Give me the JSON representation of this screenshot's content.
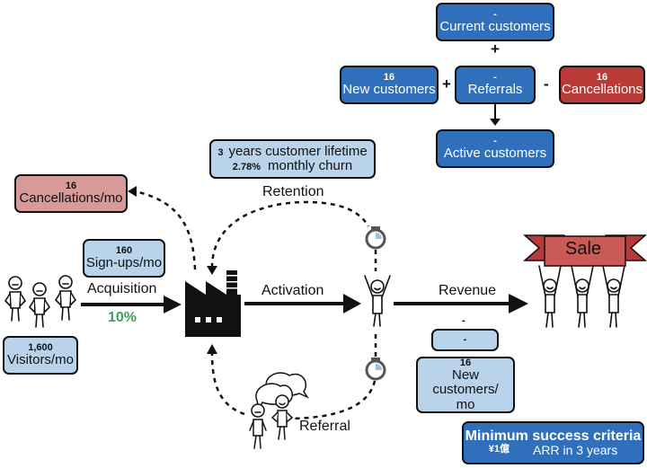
{
  "formula": {
    "current_customers": {
      "value": "-",
      "label": "Current customers"
    },
    "plus_1": "+",
    "new_customers": {
      "value": "16",
      "label": "New customers"
    },
    "plus_2": "+",
    "referrals": {
      "value": "-",
      "label": "Referrals"
    },
    "minus": "-",
    "cancellations": {
      "value": "16",
      "label": "Cancellations"
    },
    "active_customers": {
      "value": "-",
      "label": "Active customers"
    }
  },
  "retention_box": {
    "lifetime_value": "3",
    "lifetime_label": "years customer lifetime",
    "churn_value": "2.78%",
    "churn_label": "monthly churn"
  },
  "cancellations_mo": {
    "value": "16",
    "label": "Cancellations/mo"
  },
  "signups": {
    "value": "160",
    "label": "Sign-ups/mo"
  },
  "visitors": {
    "value": "1,600",
    "label": "Visitors/mo"
  },
  "stages": {
    "retention": "Retention",
    "acquisition": "Acquisition",
    "acquisition_rate": "10%",
    "activation": "Activation",
    "revenue": "Revenue",
    "referral": "Referral"
  },
  "revenue": {
    "value_top": "-",
    "box_value": "-",
    "new_customers_value": "16",
    "new_customers_label_1": "New customers/",
    "new_customers_label_2": "mo"
  },
  "sale_banner": "Sale",
  "criteria": {
    "title": "Minimum success criteria",
    "value": "¥1億",
    "label": "ARR in 3 years"
  },
  "colors": {
    "blue": "#2f6fbc",
    "red": "#b93a37",
    "light_blue": "#b9d4ea",
    "pink": "#d89a99",
    "green": "#3aa15a"
  }
}
